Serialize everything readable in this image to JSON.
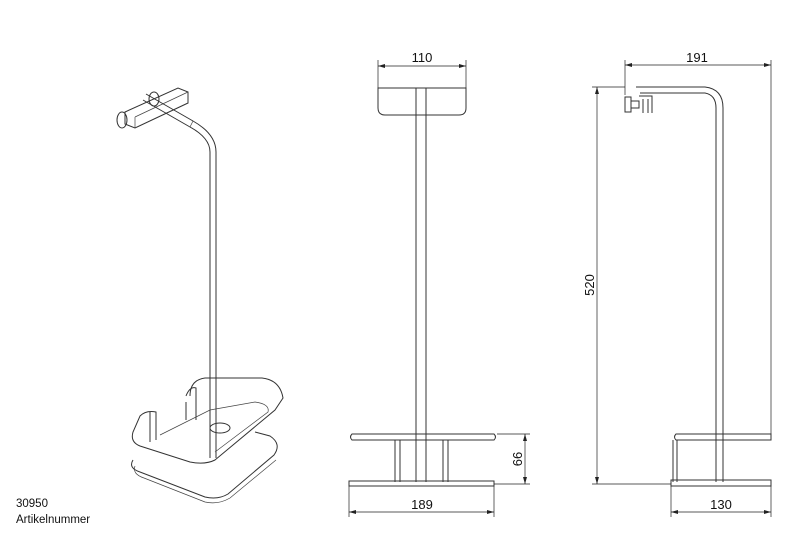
{
  "dimensions": {
    "top_width": "110",
    "side_depth": "191",
    "height": "520",
    "base_height": "66",
    "base_width": "189",
    "base_depth": "130"
  },
  "article": {
    "number": "30950",
    "label": "Artikelnummer"
  },
  "colors": {
    "line": "#333333",
    "background": "#ffffff"
  }
}
